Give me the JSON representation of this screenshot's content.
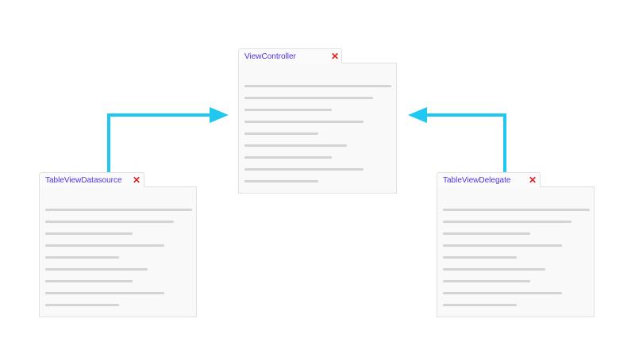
{
  "colors": {
    "arrow": "#1ec8f0",
    "tab_title": "#4a32e0",
    "close_icon": "#e02020",
    "placeholder_line": "#d4d4d4",
    "panel_background": "#f9f9f9"
  },
  "documents": {
    "view_controller": {
      "title": "ViewController",
      "close_symbol": "✕",
      "placeholder_line_count": 9
    },
    "table_view_datasource": {
      "title": "TableViewDatasource",
      "close_symbol": "✕",
      "placeholder_line_count": 9
    },
    "table_view_delegate": {
      "title": "TableViewDelegate",
      "close_symbol": "✕",
      "placeholder_line_count": 9
    }
  },
  "arrows": [
    {
      "from": "TableViewDatasource",
      "to": "ViewController"
    },
    {
      "from": "TableViewDelegate",
      "to": "ViewController"
    }
  ]
}
